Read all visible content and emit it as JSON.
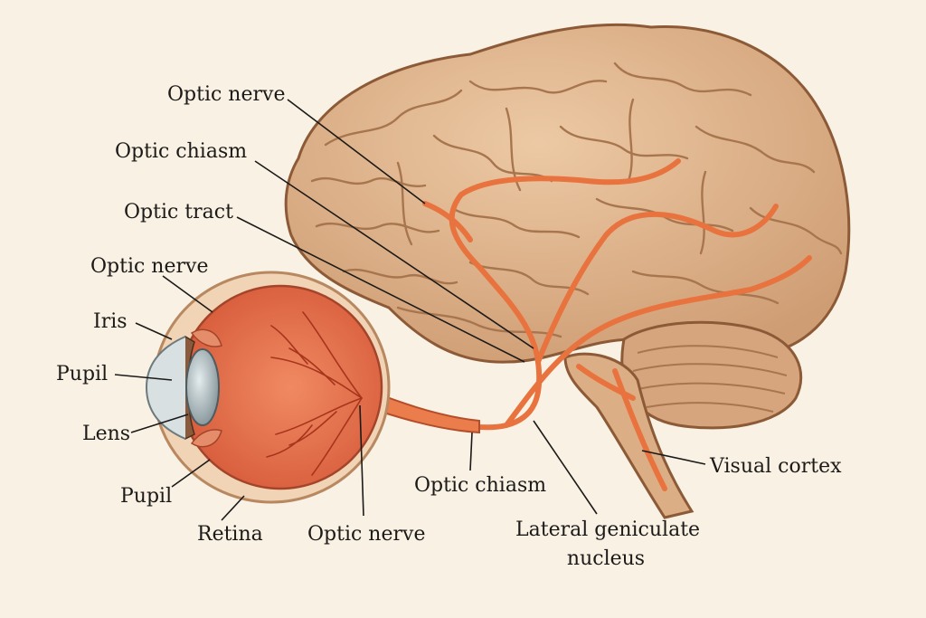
{
  "labels": {
    "optic_nerve_top": "Optic nerve",
    "optic_chiasm_top": "Optic chiasm",
    "optic_tract": "Optic tract",
    "optic_nerve_eye": "Optic nerve",
    "iris": "Iris",
    "pupil_upper": "Pupil",
    "lens": "Lens",
    "pupil_lower": "Pupil",
    "retina": "Retina",
    "optic_nerve_bottom": "Optic nerve",
    "optic_chiasm_bottom": "Optic chiasm",
    "lgn_line1": "Lateral geniculate",
    "lgn_line2": "nucleus",
    "visual_cortex": "Visual cortex"
  },
  "colors": {
    "background": "#f8f1e4",
    "brain_fill": "#dfb48c",
    "brain_stroke": "#8c5a36",
    "gyri_stroke": "#a8764e",
    "cerebellum_fill": "#d6a57d",
    "pathway": "#e8733e",
    "eye_fill": "#e36a47",
    "eye_outer": "#f1d3b6",
    "lens_fill": "#b9c6c9",
    "leader_line": "#1c1a18"
  }
}
